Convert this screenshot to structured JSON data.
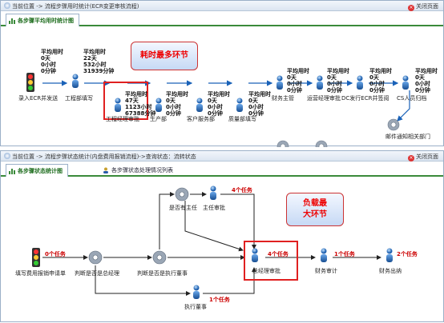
{
  "top": {
    "breadcrumb": "当前位置 -> 流程步骤用时统计(ECR变更审核流程)",
    "close_label": "关闭页面",
    "tab_label": "各步骤平均用时统计图",
    "callout": "耗时最多环节",
    "stats": {
      "s1": [
        "平均用时",
        "0天",
        "0小时",
        "0分钟"
      ],
      "s2": [
        "平均用时",
        "22天",
        "532小时",
        "31939分钟"
      ],
      "s3": [
        "平均用时",
        "47天",
        "1123小时",
        "67388分钟"
      ],
      "s4": [
        "平均用时",
        "0天",
        "0小时",
        "0分钟"
      ],
      "s5": [
        "平均用时",
        "0天",
        "0小时",
        "0分钟"
      ],
      "s6": [
        "平均用时",
        "0天",
        "0小时",
        "0分钟"
      ],
      "s7": [
        "平均用时",
        "0天",
        "0小时",
        "0分钟"
      ],
      "s8": [
        "平均用时",
        "0天",
        "0小时",
        "0分钟"
      ],
      "s9": [
        "平均用时",
        "0天",
        "0小时",
        "0分钟"
      ],
      "s10": [
        "平均用时",
        "0天",
        "0小时",
        "0分钟"
      ]
    },
    "nodes": {
      "n1": "录入ECR并发送",
      "n2": "工程部填写",
      "n3": "工程经理审批",
      "n4": "生产部",
      "n5": "客户服务部",
      "n6": "质量部填写",
      "n7": "财务主管",
      "n8": "运营经理审批",
      "n9": "DC发行ECR并签阅",
      "n10": "CS人员归档",
      "n11": "邮件通知相关部门"
    }
  },
  "bottom": {
    "breadcrumb": "当前位置 -> 流程步骤状态统计(内盘费用报销流程)->查询状态：流转状态",
    "close_label": "关闭页面",
    "tabs": [
      "各步骤状态统计图",
      "各步骤状态处理情况列表"
    ],
    "callout": [
      "负载最",
      "大环节"
    ],
    "tasks": {
      "t1": "0个任务",
      "t2": "4个任务",
      "t3": "4个任务",
      "t4": "1个任务",
      "t5": "2个任务",
      "t6": "1个任务"
    },
    "nodes": {
      "n1": "填写费用报销申请单",
      "n2": "判断是否是总经理",
      "n3": "判断是否是执行董事",
      "n4": "是否有主任",
      "n5": "主任审批",
      "n6": "总经理审批",
      "n7": "财务审计",
      "n8": "财务出纳",
      "n9": "执行董事"
    }
  }
}
